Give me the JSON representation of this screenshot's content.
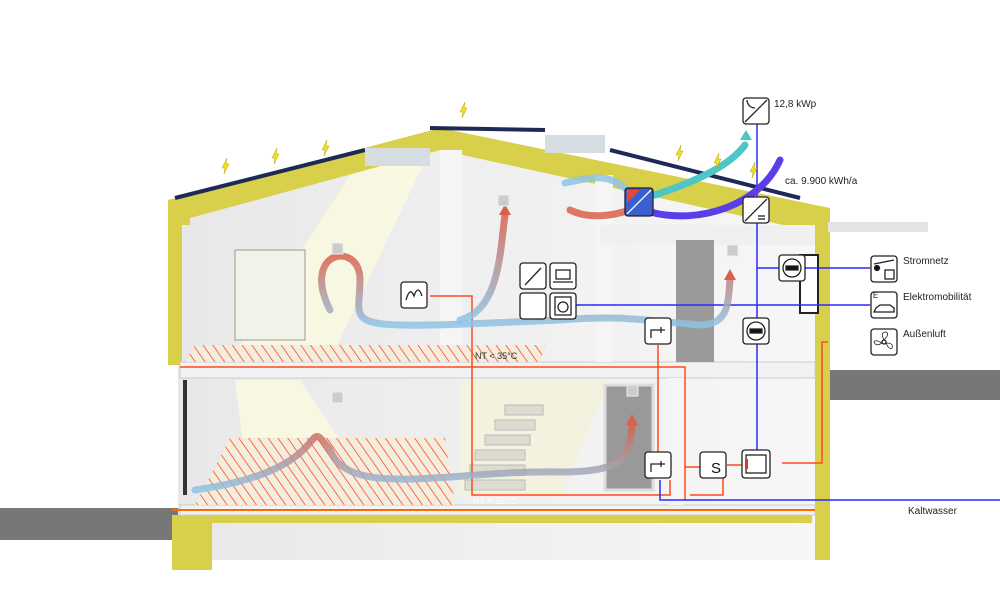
{
  "labels": {
    "pv_power": "12,8 kWp",
    "annual_yield": "ca. 9.900 kWh/a",
    "grid": "Stromnetz",
    "emobility": "Elektromobilität",
    "outside_air": "Außenluft",
    "cold_water": "Kaltwasser",
    "floor_heating_upper": "NT < 35°C",
    "floor_heating_lower": "NT < 35°C",
    "storage_symbol": "S",
    "ev_symbol": "E"
  },
  "colors": {
    "electric": "#2a2aff",
    "heating": "#ff4a1a",
    "air_cold": "#8ec4e6",
    "air_warm": "#d9604a",
    "insulation": "#d8cf4a",
    "ground": "#777777",
    "exhaust_teal": "#4cc6c6",
    "exhaust_violet": "#5a3ee8"
  }
}
